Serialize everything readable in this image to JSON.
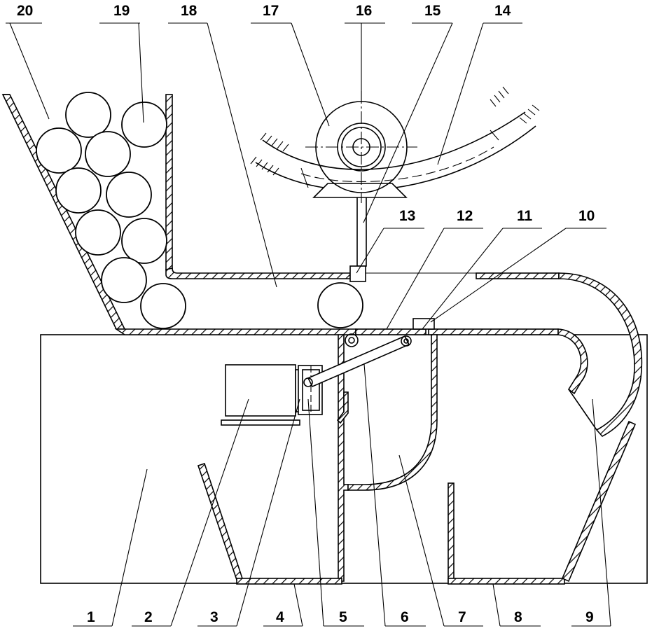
{
  "diagram": {
    "labels_top": [
      "20",
      "19",
      "18",
      "17",
      "16",
      "15",
      "14"
    ],
    "labels_mid": [
      "13",
      "12",
      "11",
      "10"
    ],
    "labels_bottom": [
      "1",
      "2",
      "3",
      "4",
      "5",
      "6",
      "7",
      "8",
      "9"
    ]
  }
}
